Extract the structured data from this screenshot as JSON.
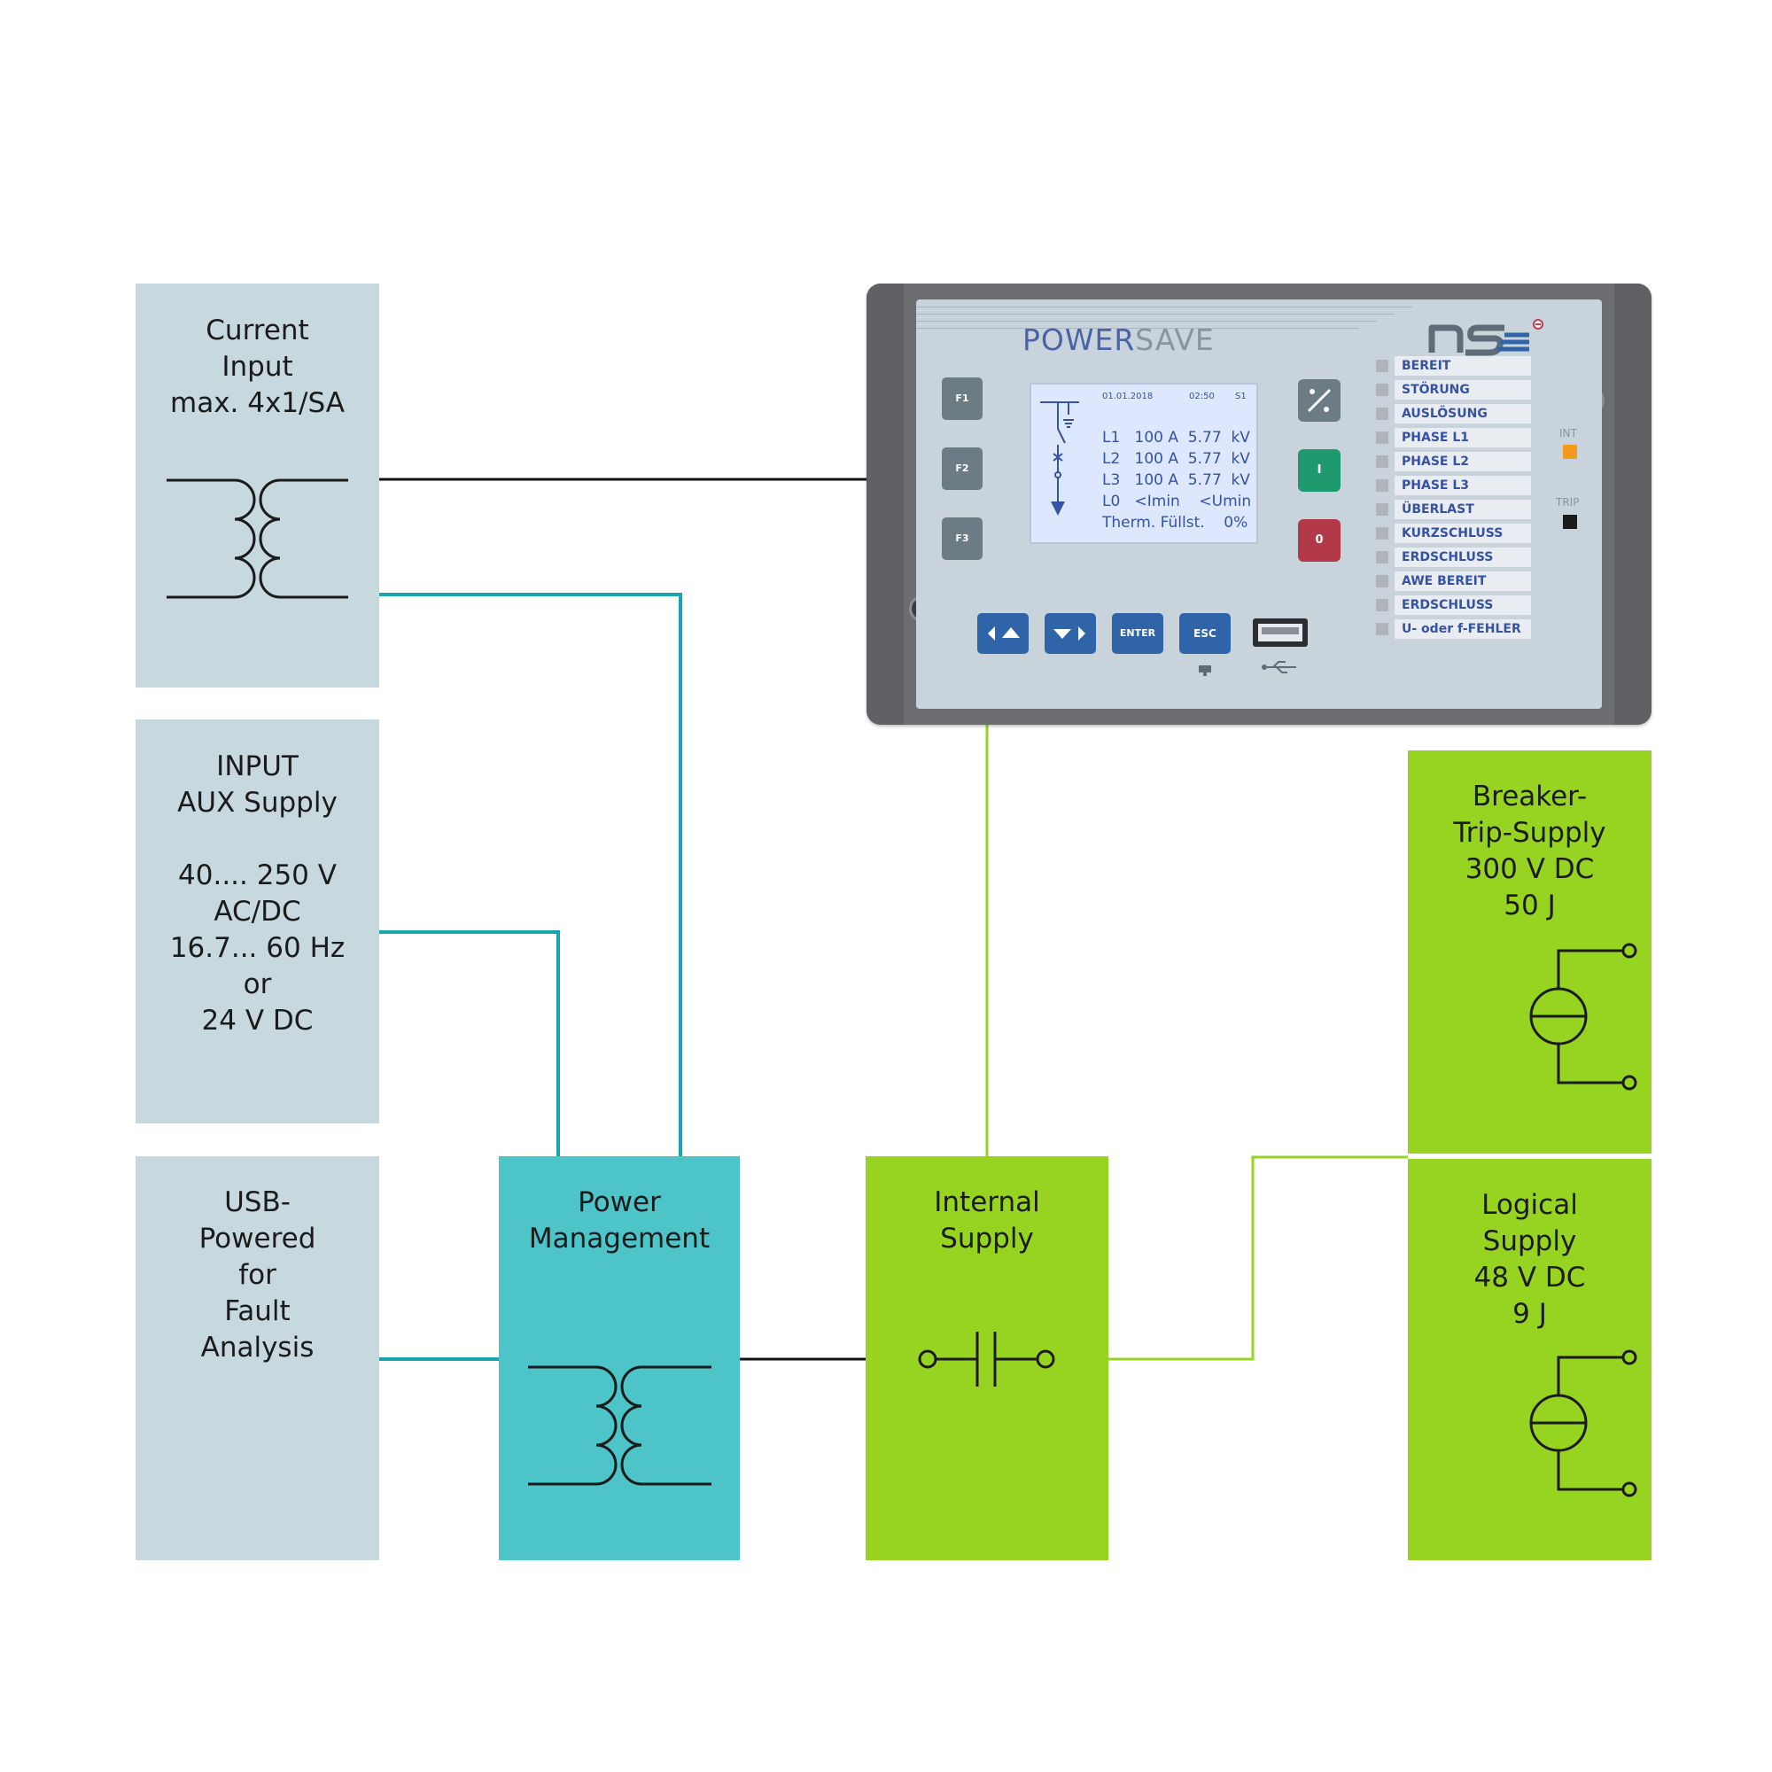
{
  "blocks": {
    "current": {
      "text": "Current\nInput\nmax. 4x1/SA"
    },
    "aux": {
      "text": "INPUT\nAUX Supply\n\n40.... 250 V\nAC/DC\n16.7... 60 Hz\nor\n24 V DC"
    },
    "usb": {
      "text": "USB-\nPowered\nfor\nFault\nAnalysis"
    },
    "power": {
      "text": "Power\nManagement"
    },
    "internal": {
      "text": "Internal\nSupply"
    },
    "breaker": {
      "text": "Breaker-\nTrip-Supply\n300 V DC\n50 J"
    },
    "logical": {
      "text": "Logical\nSupply\n48 V DC\n9 J"
    }
  },
  "device": {
    "brand_a": "POWER",
    "brand_b": "SAVE",
    "fkeys": [
      "F1",
      "F2",
      "F3"
    ],
    "lcd": {
      "date": "01.01.2018",
      "time": "02:50",
      "page": "S1",
      "rows": [
        "L1   100 A  5.77  kV",
        "L2   100 A  5.77  kV",
        "L3   100 A  5.77  kV",
        "L0   <Imin    <Umin",
        "Therm. Füllst.    0%"
      ]
    },
    "on_label": "I",
    "off_label": "0",
    "nav": {
      "enter": "ENTER",
      "esc": "ESC"
    },
    "status_labels": [
      "BEREIT",
      "STÖRUNG",
      "AUSLÖSUNG",
      "PHASE L1",
      "PHASE L2",
      "PHASE L3",
      "ÜBERLAST",
      "KURZSCHLUSS",
      "ERDSCHLUSS",
      "AWE BEREIT",
      "ERDSCHLUSS",
      "U- oder f-FEHLER"
    ],
    "int_label": "INT",
    "trip_label": "TRIP"
  },
  "colors": {
    "grey_block": "#c7d9df",
    "teal_block": "#4cc4c8",
    "green_block": "#97d321",
    "black_wire": "#111111",
    "teal_wire": "#18a5ad",
    "green_wire": "#97d321",
    "panel_blue": "#2f64a8",
    "on_button": "#1e9a6e",
    "off_button": "#b23a48",
    "int_led": "#f29b1d"
  }
}
